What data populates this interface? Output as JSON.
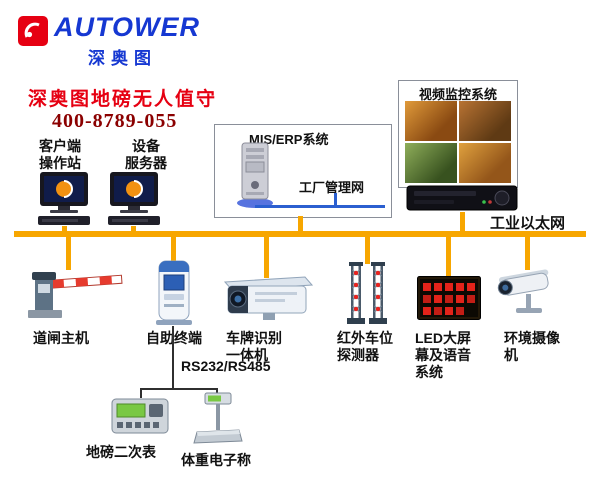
{
  "logo": {
    "brand": "AUTOWER",
    "brand_cn": "深奥图"
  },
  "header": {
    "title": "深奥图地磅无人值守",
    "phone": "400-8789-055"
  },
  "network": {
    "bus_label": "工业以太网"
  },
  "boxes": {
    "mis": {
      "title": "MIS/ERP系统",
      "net_label": "工厂管理网"
    },
    "video": {
      "title": "视频监控系统"
    }
  },
  "labels": {
    "client": "客户端\n操作站",
    "server": "设备\n服务器",
    "barrier": "道闸主机",
    "kiosk": "自助终端",
    "lpr": "车牌识别\n一体机",
    "infrared": "红外车位\n探测器",
    "led": "LED大屏\n幕及语音\n系统",
    "camera": "环境摄像\n机",
    "rs": "RS232/RS485",
    "indicator": "地磅二次表",
    "scale": "体重电子称"
  },
  "colors": {
    "bus": "#f7a600",
    "title_red": "#e60012",
    "phone_red": "#8b0000",
    "brand_blue": "#1638d2",
    "led_text": "#e2231a",
    "mis_wire": "#2b5fd0"
  }
}
